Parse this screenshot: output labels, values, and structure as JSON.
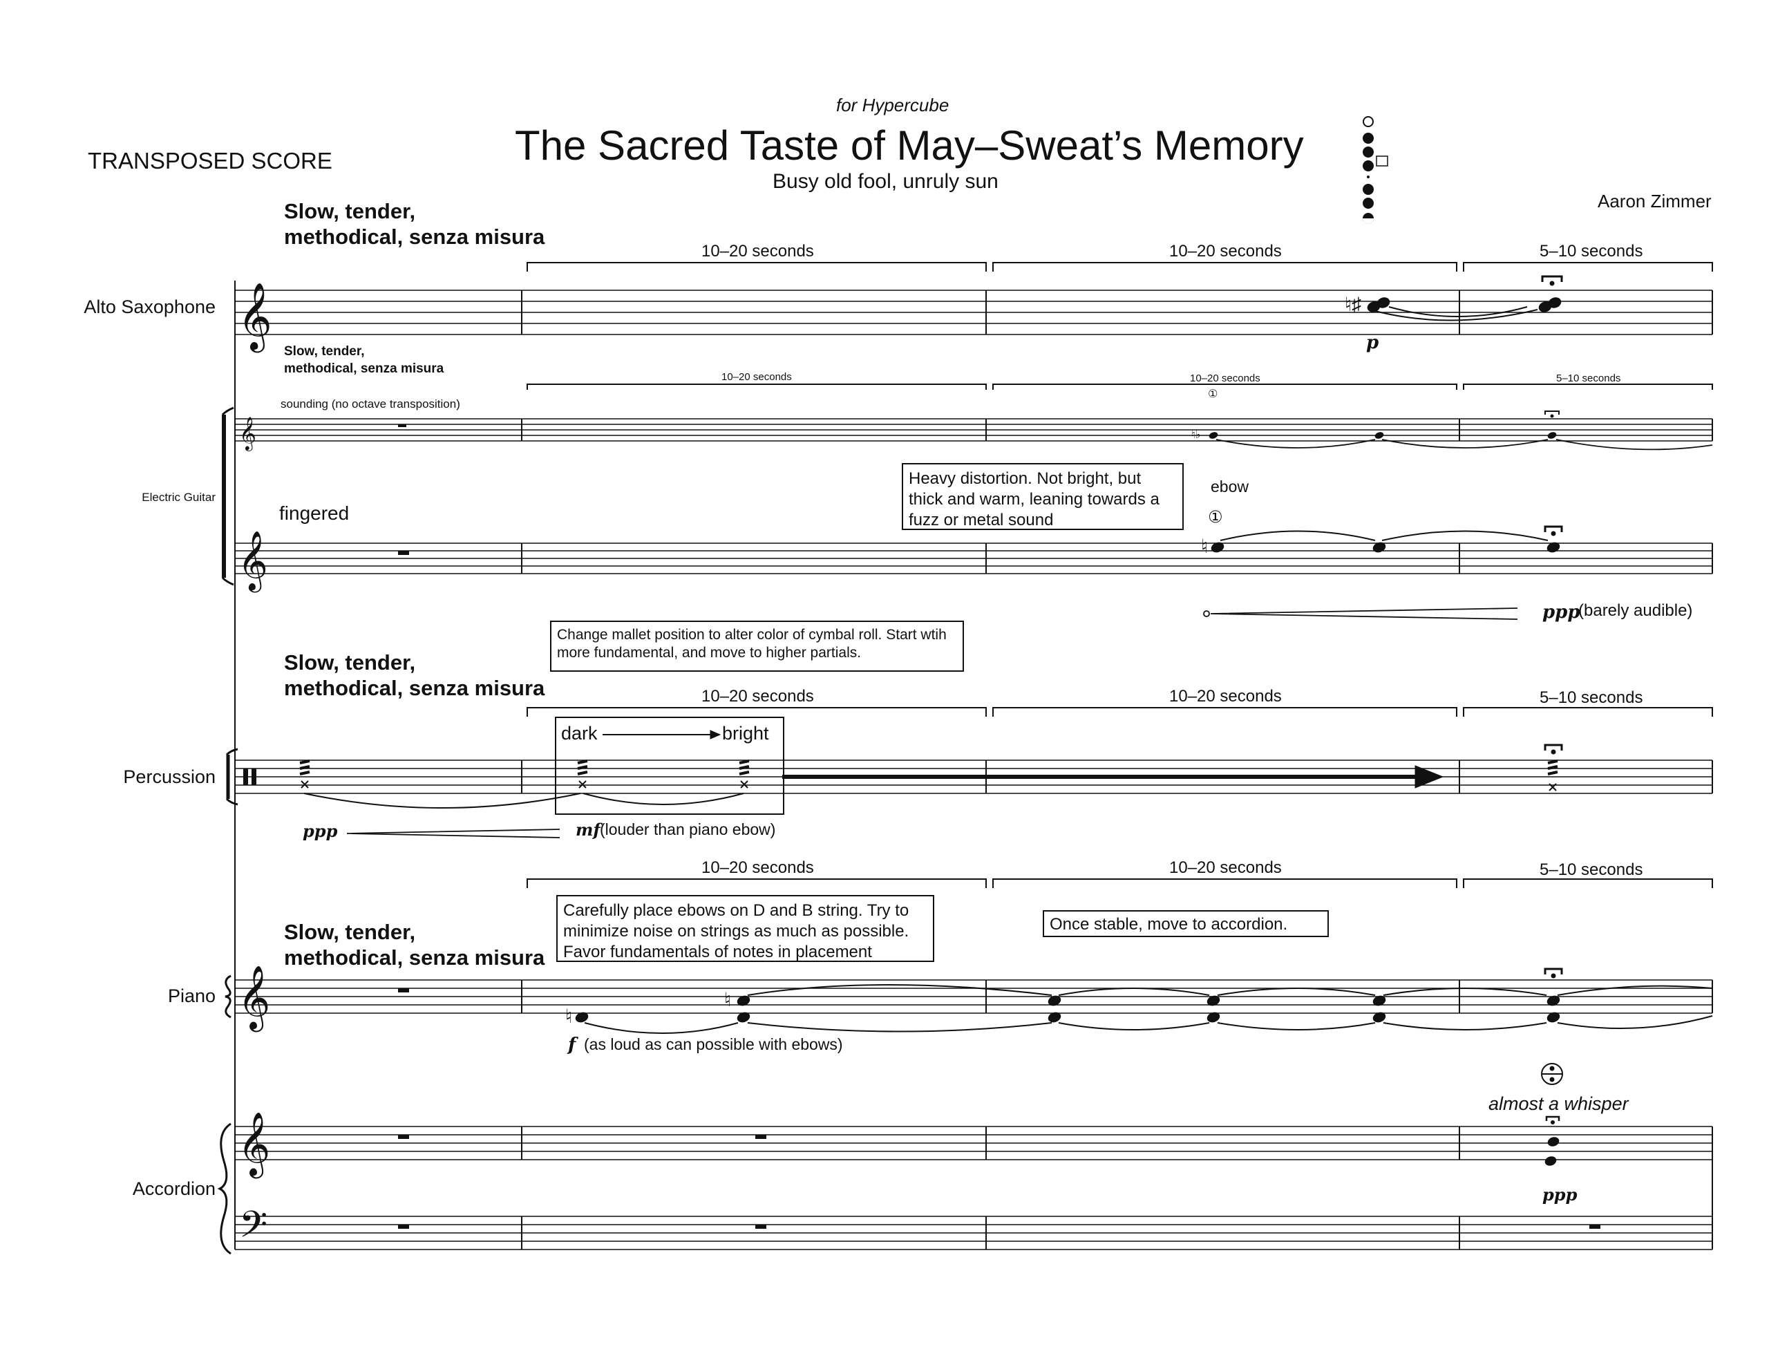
{
  "header": {
    "dedication": "for Hypercube",
    "title": "The Sacred Taste of May–Sweat’s Memory",
    "subtitle": "Busy old fool, unruly sun",
    "composer": "Aaron Zimmer",
    "score_type": "TRANSPOSED SCORE"
  },
  "tempo": {
    "line1": "Slow, tender,",
    "line2": "methodical, senza misura"
  },
  "durations": {
    "d1": "10–20 seconds",
    "d2": "10–20 seconds",
    "d3": "5–10 seconds"
  },
  "instruments": {
    "sax": "Alto Saxophone",
    "guitar": "Electric Guitar",
    "percussion": "Percussion",
    "piano": "Piano",
    "accordion": "Accordion"
  },
  "guitar": {
    "sounding_note": "sounding (no octave transposition)",
    "fingered": "fingered",
    "ebow": "ebow",
    "string_marker": "①",
    "tone_note": "Heavy distortion. Not bright, but thick and warm, leaning towards a fuzz or metal sound",
    "dynamic": "ppp",
    "dynamic_note": "(barely audible)"
  },
  "sax": {
    "dynamic": "p"
  },
  "percussion": {
    "instruction": "Change mallet position to alter color of cymbal roll. Start wtih more fundamental, and move to higher partials.",
    "dark": "dark",
    "bright": "bright",
    "dyn_start": "ppp",
    "dyn_end": "mf",
    "dyn_end_note": "(louder than piano ebow)"
  },
  "piano": {
    "instruction": "Carefully place ebows on D and B string. Try to minimize noise on strings as much as possible. Favor fundamentals of notes in placement",
    "transfer_note": "Once stable, move to accordion.",
    "dynamic": "f",
    "dynamic_note": "(as loud as can possible with ebows)"
  },
  "accordion": {
    "expression": "almost a whisper",
    "dynamic": "ppp"
  }
}
